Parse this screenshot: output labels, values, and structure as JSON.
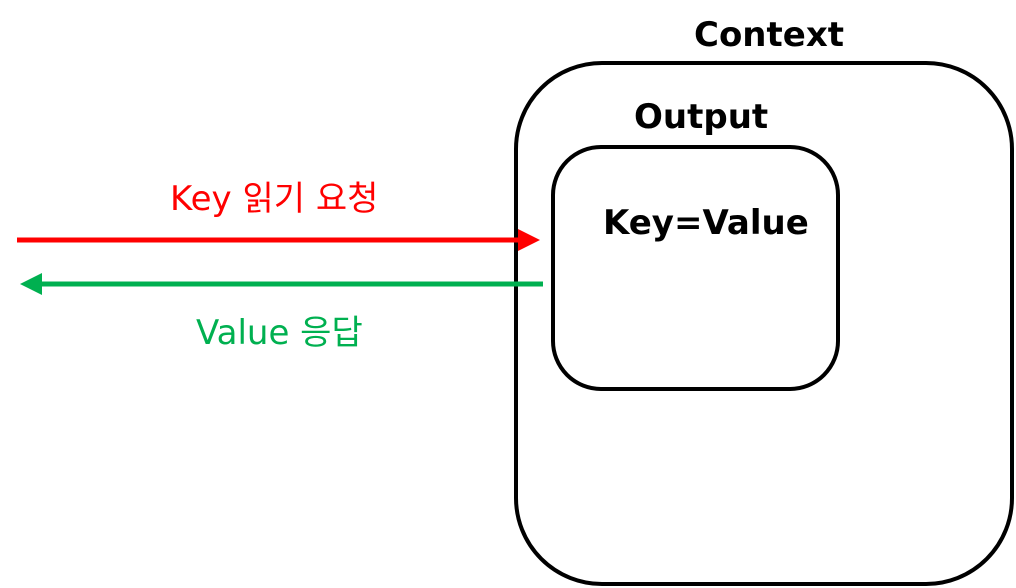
{
  "context": {
    "label": "Context"
  },
  "output": {
    "label": "Output",
    "content": "Key=Value"
  },
  "request": {
    "label": "Key 읽기 요청",
    "color": "#ff0000"
  },
  "response": {
    "label": "Value 응답",
    "color": "#00b050"
  }
}
